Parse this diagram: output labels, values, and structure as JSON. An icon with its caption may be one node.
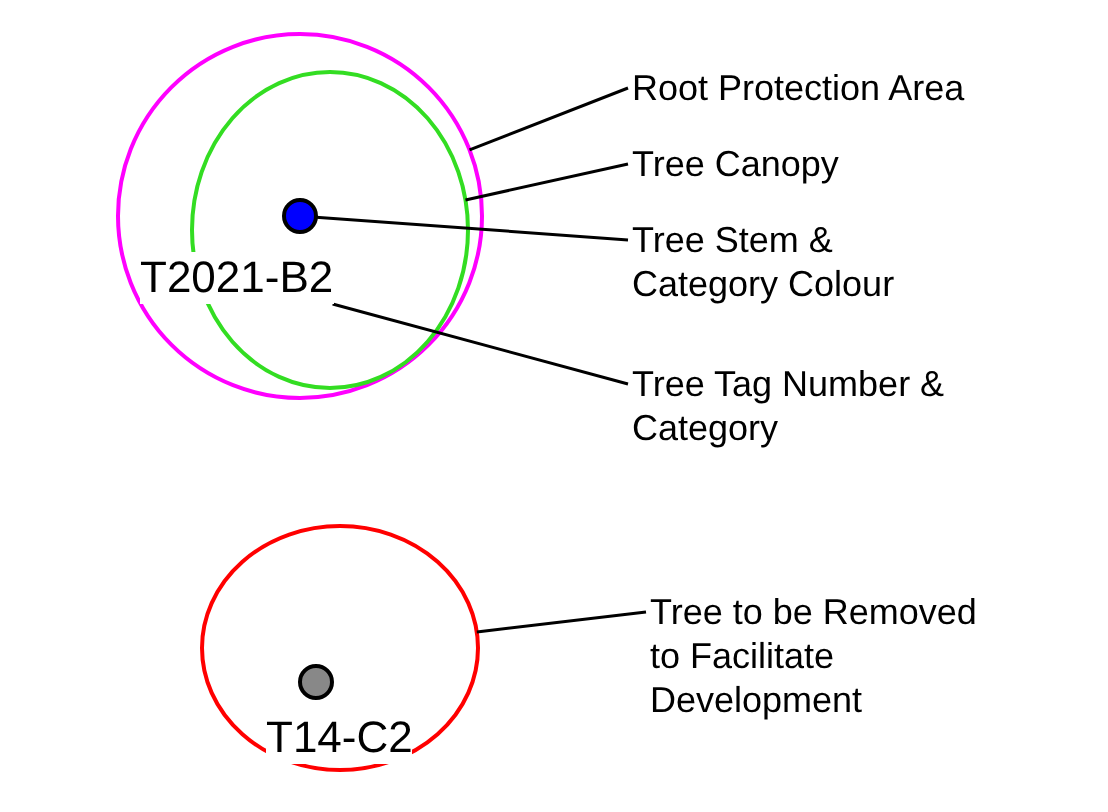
{
  "diagram": {
    "nodes": [
      {
        "text": [],
        "shape": "circle"
      },
      {
        "text": [],
        "shape": "circle",
        "in": 0
      },
      {
        "text": [],
        "shape": "circle",
        "in": 1
      },
      {
        "text": [
          "T2021-B2"
        ],
        "in": 0
      },
      {
        "text": [
          "Root Protection Area"
        ]
      },
      {
        "text": [
          "Tree Canopy"
        ]
      },
      {
        "text": [
          "Tree Stem & Category Colour"
        ]
      },
      {
        "text": [
          "Tree Tag Number & Category"
        ]
      },
      {
        "text": [],
        "shape": "circle"
      },
      {
        "text": [],
        "shape": "circle",
        "in": 8
      },
      {
        "text": [
          "T14-C2"
        ],
        "in": 8
      },
      {
        "text": [
          "Tree to be Removed to Facilitate Development"
        ]
      }
    ],
    "edges": [
      {
        "from": 4,
        "to": 0,
        "arrow": "none"
      },
      {
        "from": 5,
        "to": 1,
        "arrow": "none"
      },
      {
        "from": 6,
        "to": 2,
        "arrow": "none"
      },
      {
        "from": 7,
        "to": 3,
        "arrow": "none"
      },
      {
        "from": 11,
        "to": 8,
        "arrow": "none"
      }
    ]
  }
}
